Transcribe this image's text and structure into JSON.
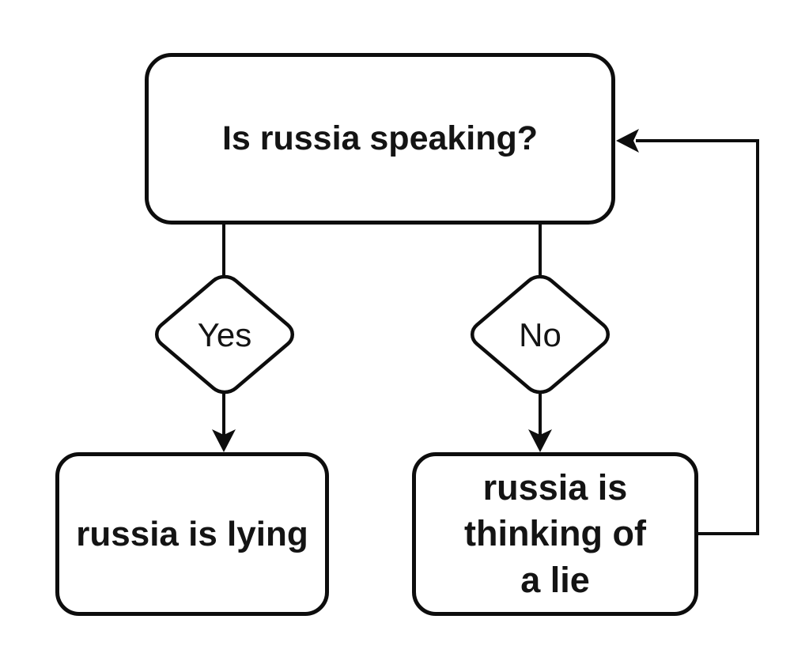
{
  "meta": {
    "background_color": "#ffffff",
    "stroke_color": "#0d0d0d",
    "text_color": "#141414"
  },
  "flowchart": {
    "question": {
      "label": "Is russia speaking?",
      "shape": "rounded-rectangle"
    },
    "decision_yes": {
      "label": "Yes",
      "shape": "diamond"
    },
    "decision_no": {
      "label": "No",
      "shape": "diamond"
    },
    "outcome_yes": {
      "label": "russia is lying",
      "shape": "rounded-rectangle"
    },
    "outcome_no": {
      "label_lines": [
        "russia is",
        "thinking of",
        "a lie"
      ],
      "shape": "rounded-rectangle"
    },
    "edges": [
      {
        "from": "question",
        "to": "decision_yes",
        "arrow": false
      },
      {
        "from": "question",
        "to": "decision_no",
        "arrow": false
      },
      {
        "from": "decision_yes",
        "to": "outcome_yes",
        "arrow": true
      },
      {
        "from": "decision_no",
        "to": "outcome_no",
        "arrow": true
      },
      {
        "from": "outcome_no",
        "to": "question",
        "arrow": true,
        "route": "right-side-feedback-loop"
      }
    ]
  }
}
